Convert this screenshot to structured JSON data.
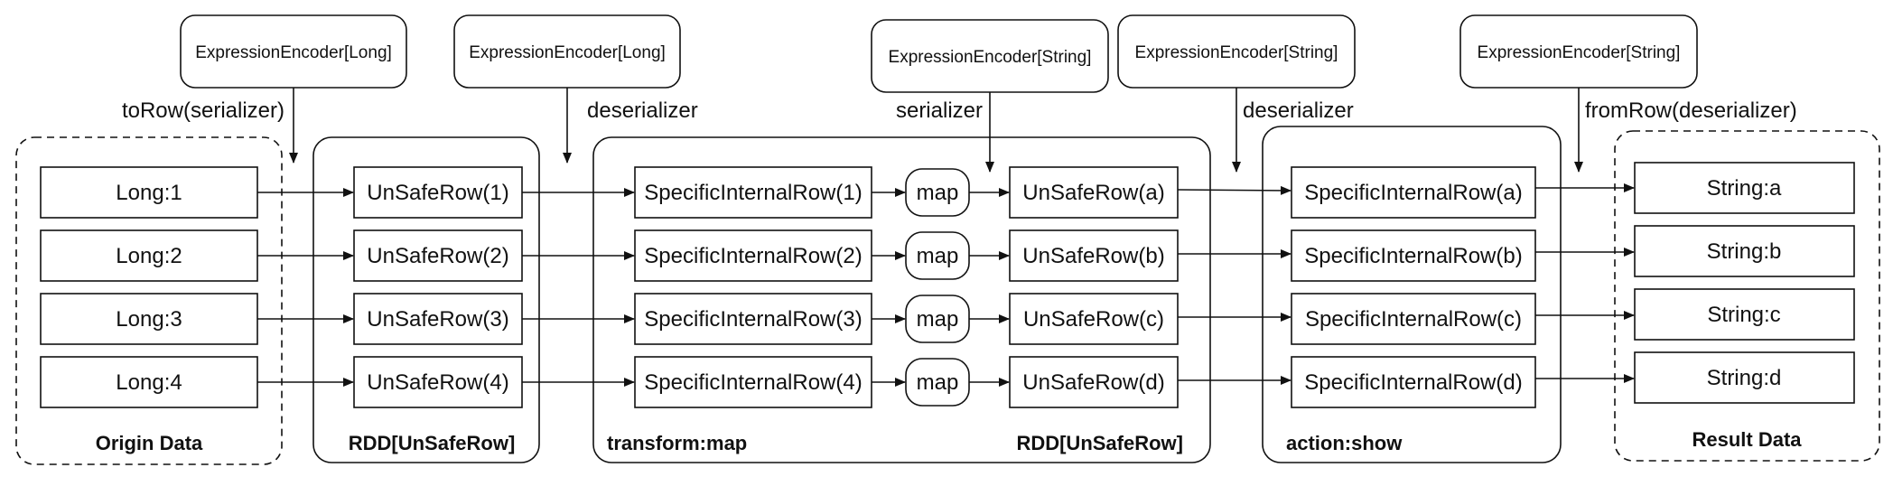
{
  "encoders": {
    "e1": "ExpressionEncoder[Long]",
    "e2": "ExpressionEncoder[Long]",
    "e3": "ExpressionEncoder[String]",
    "e4": "ExpressionEncoder[String]",
    "e5": "ExpressionEncoder[String]"
  },
  "edge_labels": {
    "to_row": "toRow(serializer)",
    "deserializer_1": "deserializer",
    "serializer": "serializer",
    "deserializer_2": "deserializer",
    "from_row": "fromRow(deserializer)"
  },
  "groups": {
    "origin": "Origin Data",
    "rdd1": "RDD[UnSafeRow]",
    "transform": "transform:map",
    "rdd2": "RDD[UnSafeRow]",
    "action": "action:show",
    "result": "Result Data"
  },
  "rows": {
    "origin": [
      "Long:1",
      "Long:2",
      "Long:3",
      "Long:4"
    ],
    "unsafe_num": [
      "UnSafeRow(1)",
      "UnSafeRow(2)",
      "UnSafeRow(3)",
      "UnSafeRow(4)"
    ],
    "specific_num": [
      "SpecificInternalRow(1)",
      "SpecificInternalRow(2)",
      "SpecificInternalRow(3)",
      "SpecificInternalRow(4)"
    ],
    "map": [
      "map",
      "map",
      "map",
      "map"
    ],
    "unsafe_char": [
      "UnSafeRow(a)",
      "UnSafeRow(b)",
      "UnSafeRow(c)",
      "UnSafeRow(d)"
    ],
    "specific_char": [
      "SpecificInternalRow(a)",
      "SpecificInternalRow(b)",
      "SpecificInternalRow(c)",
      "SpecificInternalRow(d)"
    ],
    "result": [
      "String:a",
      "String:b",
      "String:c",
      "String:d"
    ]
  }
}
